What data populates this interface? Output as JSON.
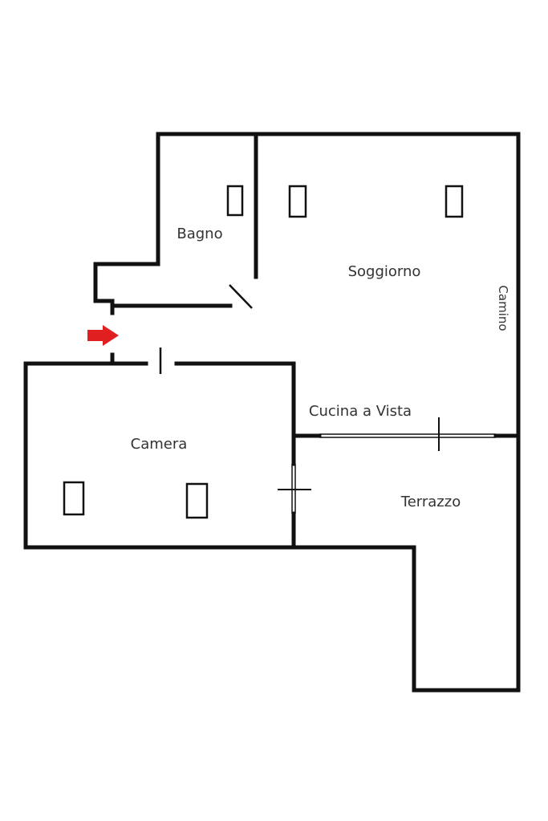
{
  "colors": {
    "wall": "#111111",
    "entrance_arrow": "#e02020",
    "label": "#333333",
    "background": "#ffffff"
  },
  "rooms": {
    "bagno": "Bagno",
    "soggiorno": "Soggiorno",
    "camino": "Camino",
    "cucina": "Cucina a Vista",
    "camera": "Camera",
    "terrazzo": "Terrazzo"
  },
  "icons": {
    "window": "window-icon",
    "entrance": "entrance-arrow-icon"
  }
}
